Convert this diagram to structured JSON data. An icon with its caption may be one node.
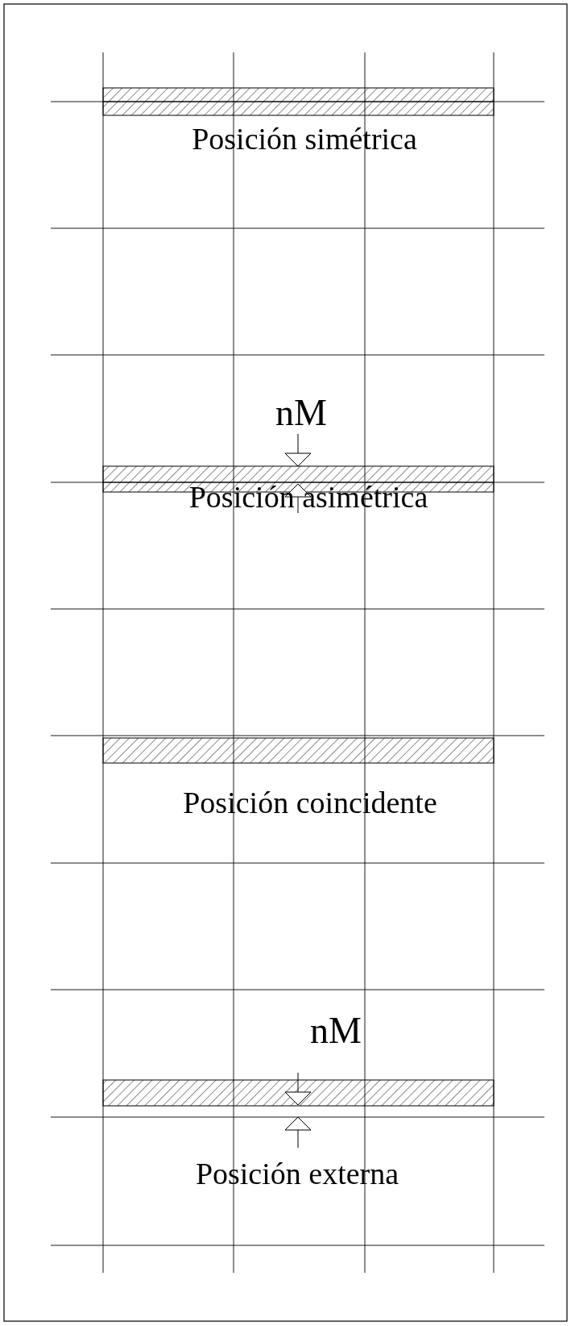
{
  "diagram": {
    "nodes": [
      {
        "text": [],
        "shape": "bar",
        "beside": [
          "Posición simétrica"
        ]
      },
      {
        "text": [],
        "shape": "bar",
        "beside": [
          "Posición asimétrica"
        ]
      },
      {
        "text": [],
        "shape": "bar",
        "beside": [
          "Posición coincidente"
        ]
      },
      {
        "text": [],
        "shape": "bar",
        "beside": [
          "Posición externa"
        ]
      }
    ],
    "labels": [
      "nM",
      "nM"
    ]
  }
}
